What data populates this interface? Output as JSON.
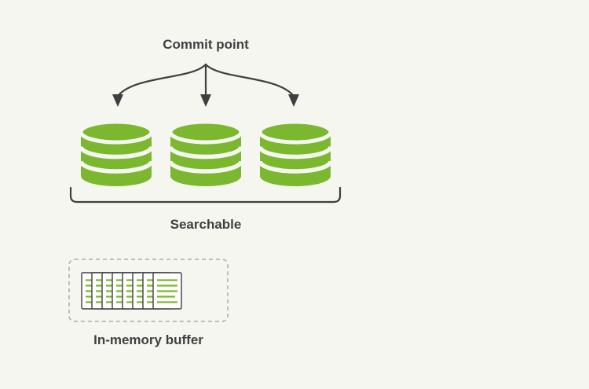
{
  "colors": {
    "background": "#f6f6f1",
    "green": "#7cb82f",
    "ink": "#3f3f3f",
    "dashed_border": "#b9b9b3",
    "page_fill": "#ffffff"
  },
  "diagram": {
    "commit_point_label": "Commit point",
    "searchable_label": "Searchable",
    "in_memory_buffer_label": "In-memory buffer",
    "database_count": 3,
    "buffer_document_count": 8,
    "icons": [
      "database-icon",
      "database-icon",
      "database-icon",
      "document-stack-icon"
    ]
  }
}
